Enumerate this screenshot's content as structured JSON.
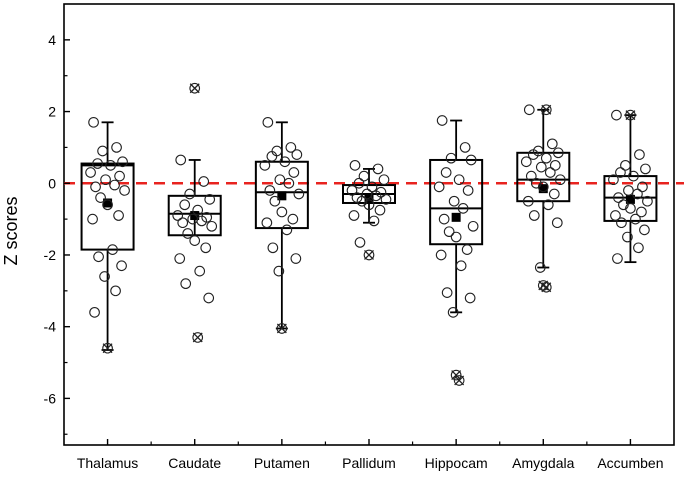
{
  "chart_data": {
    "type": "box",
    "title": "",
    "xlabel": "",
    "ylabel": "Z scores",
    "ylim": [
      -7.3,
      5
    ],
    "yticks": [
      -6,
      -4,
      -2,
      0,
      2,
      4
    ],
    "yticklabels": [
      "-6",
      "-4",
      "-2",
      "0",
      "2",
      "4"
    ],
    "reference_line": {
      "y": 0,
      "style": "dashed",
      "color": "#e8231f"
    },
    "categories": [
      "Thalamus",
      "Caudate",
      "Putamen",
      "Pallidum",
      "Hippocam",
      "Amygdala",
      "Accumben"
    ],
    "boxes": [
      {
        "q1": -1.85,
        "median": 0.5,
        "q3": 0.55,
        "whisker_low": -4.65,
        "whisker_high": 1.7,
        "mean": -0.55
      },
      {
        "q1": -1.45,
        "median": -0.85,
        "q3": -0.35,
        "whisker_low": -0.85,
        "whisker_high": 0.65,
        "mean": -0.9
      },
      {
        "q1": -1.25,
        "median": -0.25,
        "q3": 0.6,
        "whisker_low": -4.05,
        "whisker_high": 1.7,
        "mean": -0.35
      },
      {
        "q1": -0.55,
        "median": -0.3,
        "q3": -0.05,
        "whisker_low": -1.1,
        "whisker_high": 0.4,
        "mean": -0.4
      },
      {
        "q1": -1.7,
        "median": -0.7,
        "q3": 0.65,
        "whisker_low": -3.6,
        "whisker_high": 1.75,
        "mean": -0.95
      },
      {
        "q1": -0.5,
        "median": 0.1,
        "q3": 0.85,
        "whisker_low": -2.35,
        "whisker_high": 2.05,
        "mean": -0.15
      },
      {
        "q1": -1.05,
        "median": -0.4,
        "q3": 0.2,
        "whisker_low": -2.2,
        "whisker_high": 1.9,
        "mean": -0.45
      }
    ],
    "outliers": [
      [
        -4.6
      ],
      [
        2.65,
        -4.3
      ],
      [
        -4.05
      ],
      [
        -2.0
      ],
      [
        -5.35,
        -5.5
      ],
      [
        -2.85,
        -2.9,
        2.05
      ],
      [
        1.9
      ]
    ],
    "points": [
      [
        1.7,
        1.0,
        0.9,
        0.6,
        0.55,
        0.5,
        0.3,
        0.2,
        0.1,
        -0.05,
        -0.1,
        -0.2,
        -0.4,
        -0.6,
        -0.9,
        -1.0,
        -1.85,
        -2.05,
        -2.3,
        -2.6,
        -3.0,
        -3.6
      ],
      [
        0.65,
        0.05,
        -0.3,
        -0.45,
        -0.6,
        -0.75,
        -0.9,
        -0.95,
        -1.0,
        -1.05,
        -1.1,
        -1.2,
        -1.4,
        -1.6,
        -1.8,
        -2.1,
        -2.45,
        -2.8,
        -3.2
      ],
      [
        1.7,
        1.0,
        0.9,
        0.8,
        0.75,
        0.6,
        0.5,
        0.3,
        0.1,
        0.0,
        -0.2,
        -0.3,
        -0.5,
        -0.8,
        -1.0,
        -1.1,
        -1.3,
        -1.8,
        -2.1,
        -2.45
      ],
      [
        0.5,
        0.4,
        0.2,
        0.1,
        0.0,
        -0.1,
        -0.2,
        -0.25,
        -0.3,
        -0.35,
        -0.4,
        -0.45,
        -0.5,
        -0.6,
        -0.75,
        -0.9,
        -1.05,
        -1.65
      ],
      [
        1.75,
        1.0,
        0.7,
        0.65,
        0.3,
        0.1,
        -0.1,
        -0.2,
        -0.5,
        -0.7,
        -1.0,
        -1.2,
        -1.35,
        -1.5,
        -1.85,
        -2.0,
        -2.3,
        -3.05,
        -3.2,
        -3.6
      ],
      [
        2.05,
        1.1,
        0.9,
        0.85,
        0.8,
        0.7,
        0.6,
        0.5,
        0.45,
        0.3,
        0.2,
        0.1,
        0.0,
        -0.1,
        -0.3,
        -0.5,
        -0.6,
        -0.9,
        -1.1,
        -2.35
      ],
      [
        1.9,
        0.8,
        0.5,
        0.4,
        0.3,
        0.2,
        0.1,
        -0.1,
        -0.2,
        -0.3,
        -0.4,
        -0.5,
        -0.6,
        -0.7,
        -0.8,
        -0.9,
        -1.0,
        -1.1,
        -1.3,
        -1.5,
        -1.8,
        -2.1
      ]
    ],
    "grid": false
  }
}
